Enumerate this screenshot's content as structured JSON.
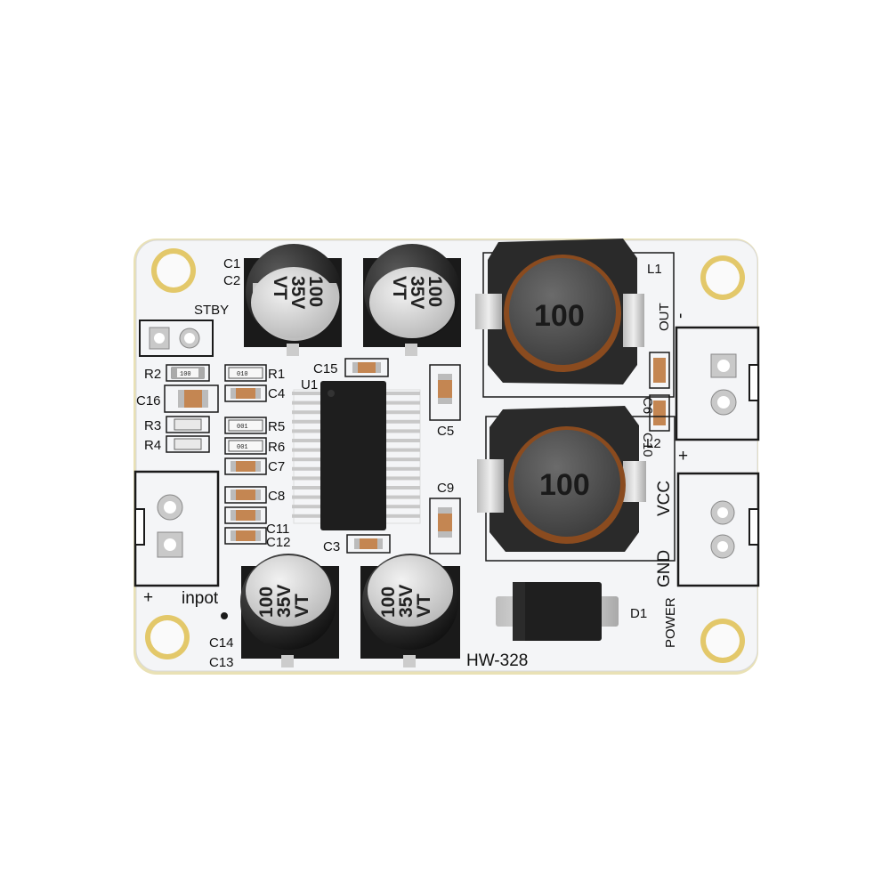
{
  "board": {
    "model": "HW-328",
    "colors": {
      "pcb": "#f3f4f6",
      "pcb_edge": "#e2d9a8",
      "silk": "#1a1a1a",
      "cap_body": "#1b1b1b",
      "cap_top": "#d9d9d9",
      "inductor_core": "#555555",
      "copper": "#b5651d"
    }
  },
  "labels": {
    "c1": "C1",
    "c2": "C2",
    "stby": "STBY",
    "r2": "R2",
    "r1": "R1",
    "c4": "C4",
    "c16": "C16",
    "r3": "R3",
    "r4": "R4",
    "r5": "R5",
    "r6": "R6",
    "c7": "C7",
    "c8": "C8",
    "c11": "C11",
    "c12": "C12",
    "c15": "C15",
    "u1": "U1",
    "c5": "C5",
    "c9": "C9",
    "c3": "C3",
    "c14": "C14",
    "c13": "C13",
    "l1": "L1",
    "l2": "L2",
    "c6": "C6",
    "c10": "C10",
    "d1": "D1",
    "out": "OUT",
    "vcc": "VCC",
    "gnd": "GND",
    "power": "POWER",
    "input": "inpot",
    "plus_in": "+",
    "minus_out": "-",
    "plus_out": "+"
  },
  "capacitors": {
    "value": "100",
    "voltage": "35V",
    "series": "VT"
  },
  "inductors": {
    "value": "100"
  },
  "smd_markings": {
    "r2": "100",
    "r1": "010",
    "r5": "001",
    "r6": "001"
  }
}
